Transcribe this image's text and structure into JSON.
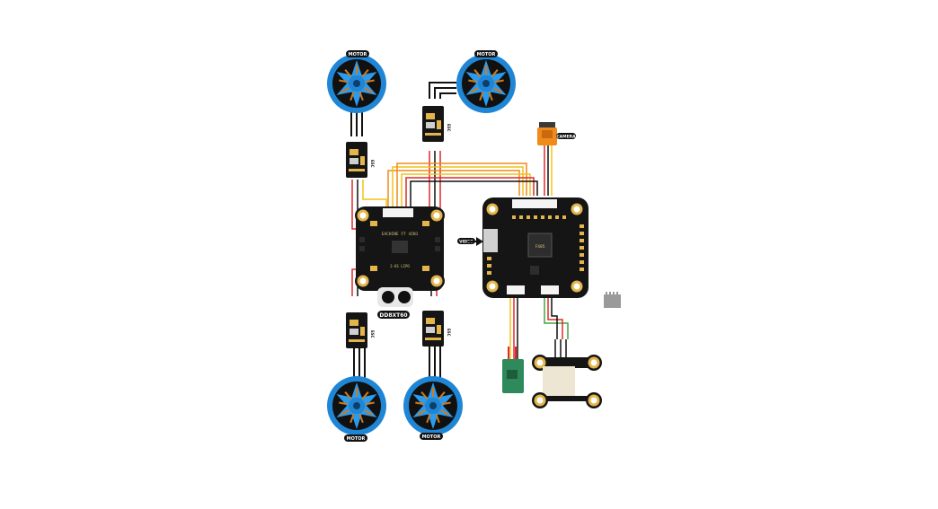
{
  "labels": {
    "motor_label": "MOTOR",
    "camera_label": "CAMERA",
    "video_label": "VIDEO",
    "battery_connector_label": "DD8XT60",
    "esc_label": "ESC",
    "esc_board_silkscreen": "EACHINE F7 4IN1",
    "esc_board_voltage": "3-6S LIPO",
    "fc_board_silkscreen": "F405"
  },
  "colors": {
    "motor_blue": "#1f86d6",
    "motor_core": "#d07a1a",
    "pcb_black": "#151515",
    "pad_gold": "#e3b54a",
    "wire_red": "#e02a2a",
    "wire_black": "#111111",
    "wire_yellow": "#f0c21a",
    "wire_orange": "#f08a1a",
    "wire_green": "#3aa83a",
    "receiver_green": "#2e8a5a",
    "camera_orange": "#f08a1a",
    "vtx_cream": "#ece6d2",
    "tag_black": "#111111"
  },
  "icons": [
    "motor-icon",
    "esc-module-icon",
    "camera-icon",
    "receiver-icon",
    "vtx-icon",
    "antenna-icon",
    "arrow-icon"
  ]
}
